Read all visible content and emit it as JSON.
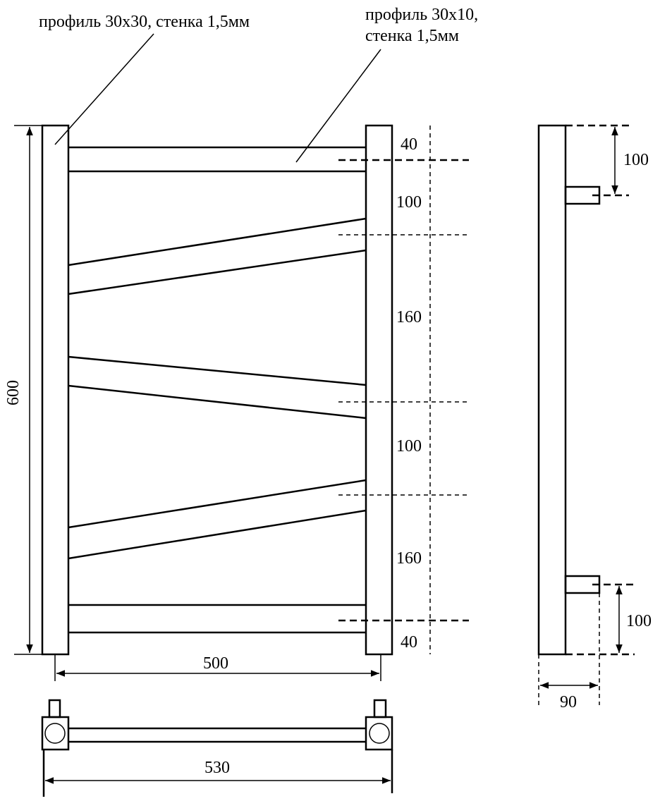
{
  "callouts": {
    "post_profile": "профиль 30х30, стенка 1,5мм",
    "bar_profile_line1": "профиль 30х10,",
    "bar_profile_line2": "стенка 1,5мм"
  },
  "front_view": {
    "height": "600",
    "width_between_posts": "500",
    "spacings": [
      "40",
      "100",
      "160",
      "100",
      "160",
      "40"
    ]
  },
  "side_view": {
    "top_offset": "100",
    "bottom_offset": "100",
    "depth": "90"
  },
  "top_view": {
    "overall_width": "530"
  }
}
